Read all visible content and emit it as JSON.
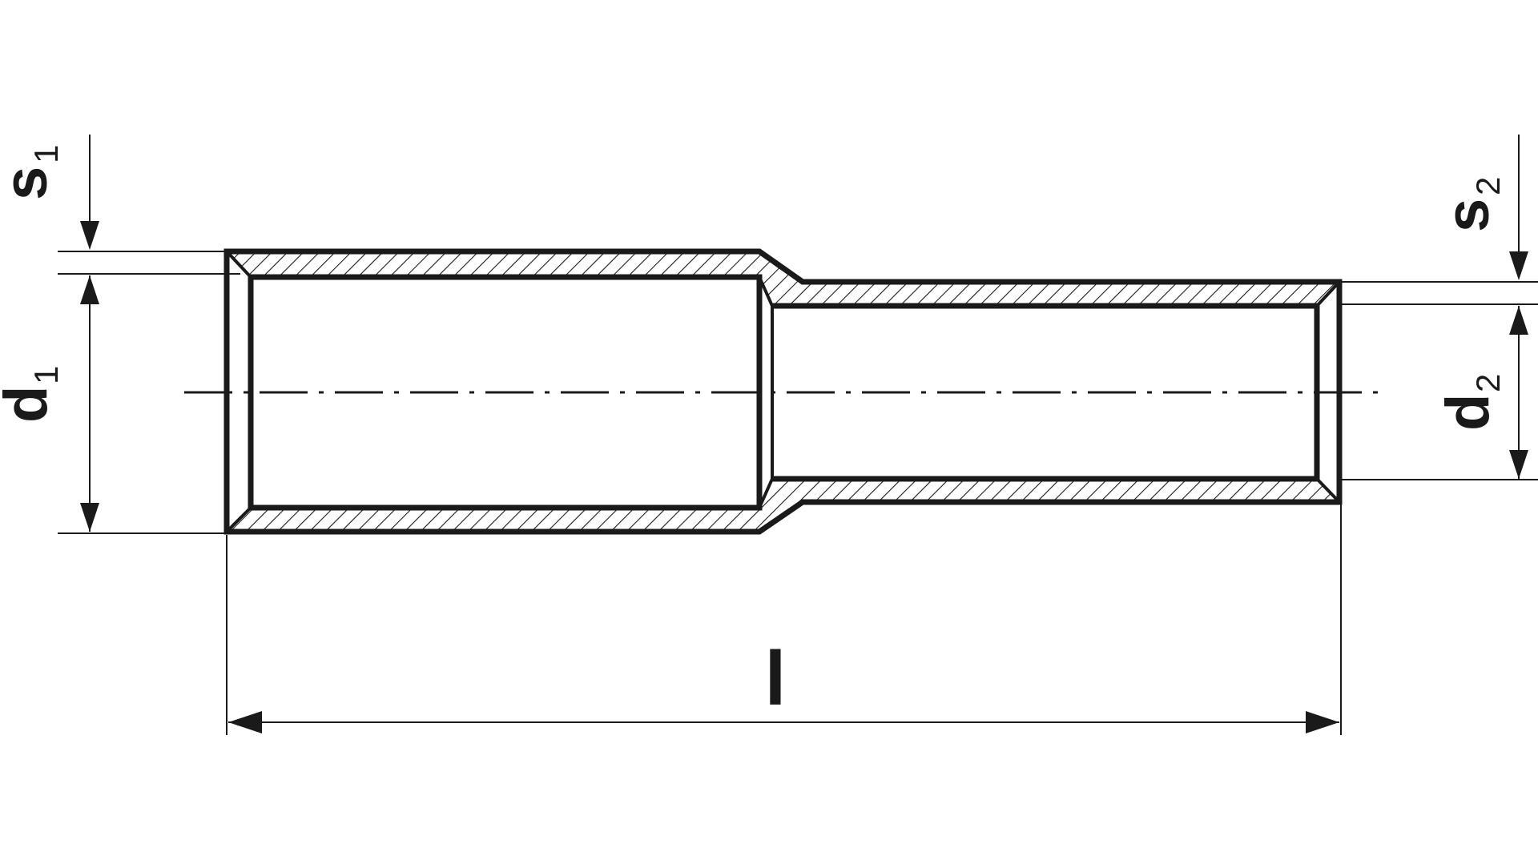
{
  "colors": {
    "line": "#1a1a1a",
    "background": "#ffffff"
  },
  "labels": {
    "s1": {
      "main": "s",
      "sub": "1"
    },
    "d1": {
      "main": "d",
      "sub": "1"
    },
    "s2": {
      "main": "s",
      "sub": "2"
    },
    "d2": {
      "main": "d",
      "sub": "2"
    },
    "length": {
      "main": "l"
    }
  }
}
